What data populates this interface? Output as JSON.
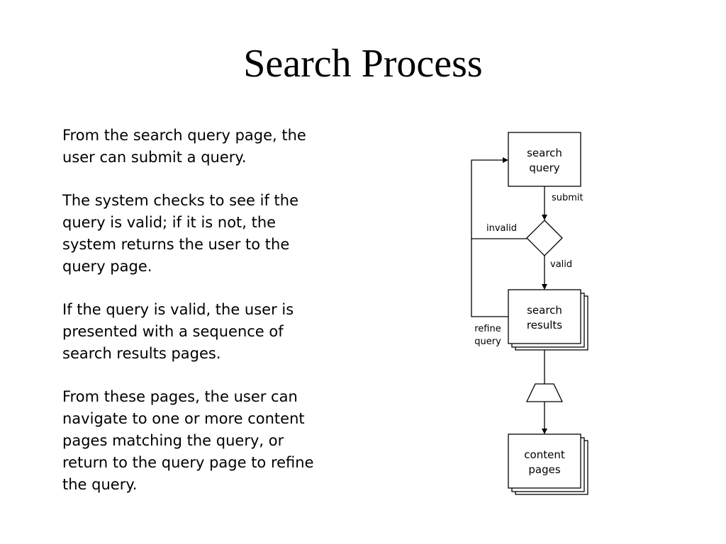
{
  "slide": {
    "title": "Search Process",
    "paragraphs": [
      [
        "From the search query page, the",
        "user can submit a query."
      ],
      [
        "The system checks to see if the",
        "query is valid; if it is not, the",
        "system returns the user to the",
        "query page."
      ],
      [
        "If the query is valid, the user is",
        "presented with a sequence of",
        "search results pages."
      ],
      [
        "From these pages, the user can",
        "navigate to one or more content",
        "pages matching the query, or",
        "return to the query page to refine",
        "the query."
      ]
    ]
  },
  "flowchart": {
    "nodes": {
      "search_query": [
        "search",
        "query"
      ],
      "search_results": [
        "search",
        "results"
      ],
      "content_pages": [
        "content",
        "pages"
      ]
    },
    "edges": {
      "submit": "submit",
      "invalid": "invalid",
      "valid": "valid",
      "refine_query": [
        "refine",
        "query"
      ]
    }
  }
}
